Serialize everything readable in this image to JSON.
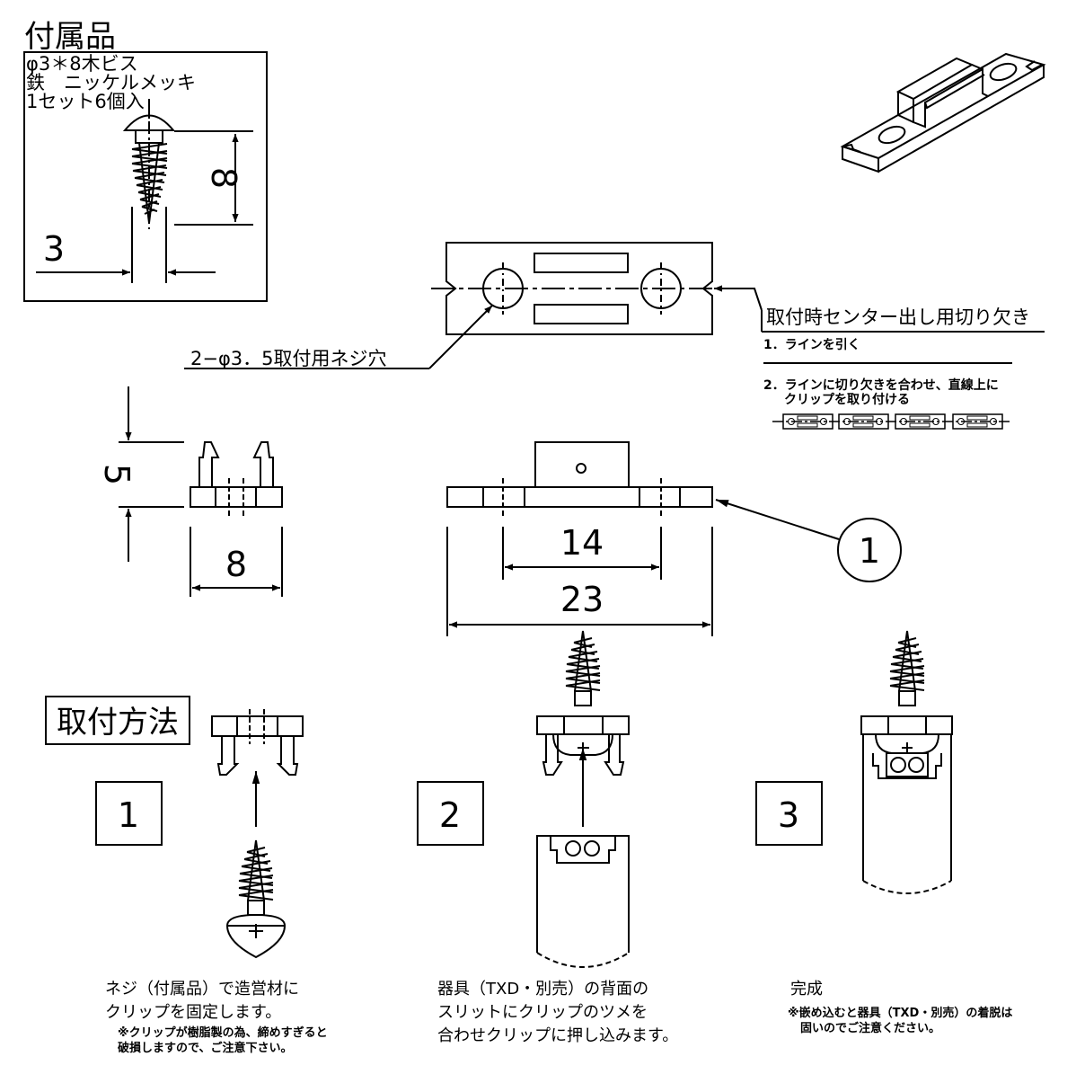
{
  "accessory": {
    "title": "付属品",
    "lines": [
      "φ3＊8木ビス",
      "鉄　ニッケルメッキ",
      "1セット6個入"
    ],
    "dim_length": "8",
    "dim_diameter": "3"
  },
  "callouts": {
    "mount_hole": "2−φ3．5取付用ネジ穴",
    "center_notch": "取付時センター出し用切り欠き",
    "note1": "1．ラインを引く",
    "note2_line1": "2．ラインに切り欠きを合わせ、直線上に",
    "note2_line2": "クリップを取り付ける",
    "part_number": "1"
  },
  "dimensions": {
    "height": "5",
    "width": "8",
    "hole_pitch": "14",
    "total_length": "23"
  },
  "method": {
    "title": "取付方法",
    "steps": [
      {
        "number": "1",
        "lines": [
          "ネジ（付属品）で造営材に",
          "クリップを固定します。"
        ],
        "notes": [
          "※クリップが樹脂製の為、締めすぎると",
          "破損しますので、ご注意下さい。"
        ]
      },
      {
        "number": "2",
        "lines": [
          "器具（TXD・別売）の背面の",
          "スリットにクリップのツメを",
          "合わせクリップに押し込みます。"
        ],
        "notes": []
      },
      {
        "number": "3",
        "lines": [
          "完成"
        ],
        "notes": [
          "※嵌め込むと器具（TXD・別売）の着脱は",
          "固いのでご注意ください。"
        ]
      }
    ]
  }
}
